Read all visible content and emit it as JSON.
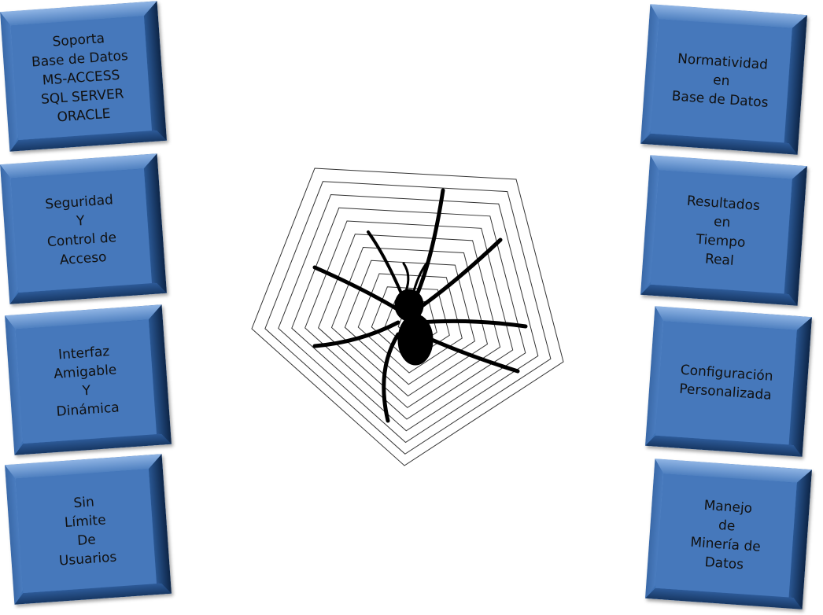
{
  "left_boxes": [
    {
      "text": "Soporta\nBase de Datos\nMS-ACCESS\nSQL SERVER\nORACLE"
    },
    {
      "text": "Seguridad\nY\nControl de\nAcceso"
    },
    {
      "text": "Interfaz\nAmigable\nY\nDinámica"
    },
    {
      "text": "Sin\nLímite\nDe\nUsuarios"
    }
  ],
  "right_boxes": [
    {
      "text": "Normatividad\nen\nBase de Datos"
    },
    {
      "text": "Resultados\nen\nTiempo\nReal"
    },
    {
      "text": "Configuración\nPersonalizada"
    },
    {
      "text": "Manejo\nde\nMinería  de\nDatos"
    }
  ],
  "colors": {
    "box_face": "#4678bb",
    "box_dark": "#0d2547",
    "text": "#111111",
    "web_line": "#333333",
    "spider": "#000000"
  },
  "illustration": "spider-on-pentagon-web"
}
